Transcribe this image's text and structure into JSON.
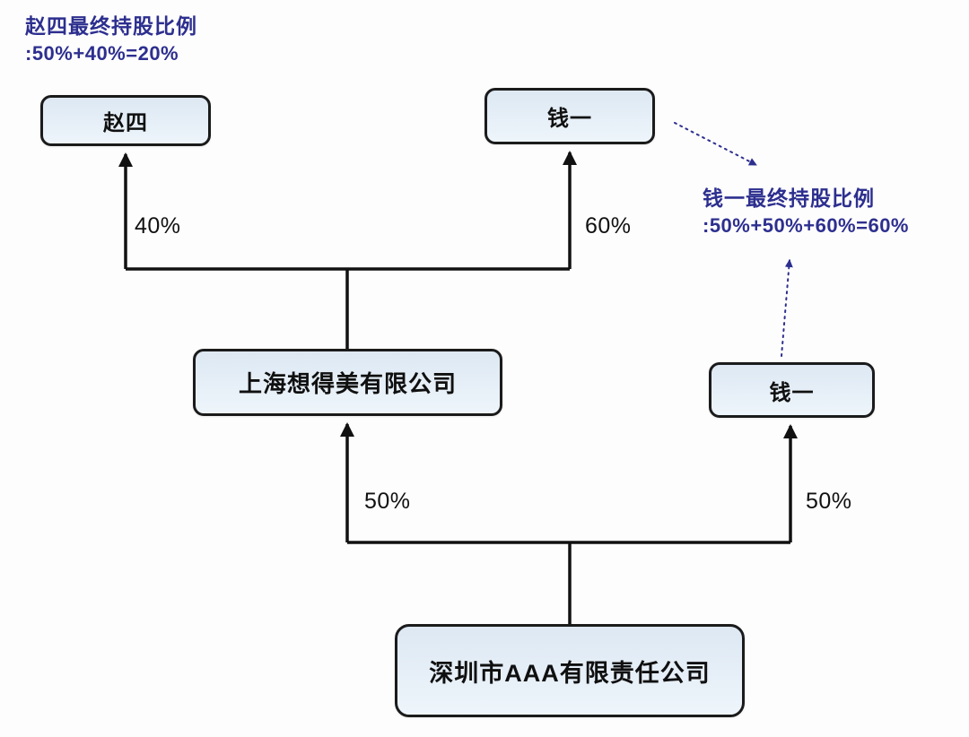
{
  "diagram_type": "equity-ownership-structure",
  "colors": {
    "annotation": "#2d2f8f",
    "line": "#111111",
    "box_border": "#1b1b1b",
    "box_fill": "#e6eff8",
    "background": "#fdfdfd"
  },
  "nodes": {
    "zhaosi": {
      "label": "赵四"
    },
    "qianyi_top": {
      "label": "钱一"
    },
    "shanghai": {
      "label": "上海想得美有限公司"
    },
    "qianyi_right": {
      "label": "钱一"
    },
    "shenzhen": {
      "label": "深圳市AAA有限责任公司"
    }
  },
  "edges": {
    "shanghai_to_zhaosi": {
      "label": "40%"
    },
    "shanghai_to_qianyi": {
      "label": "60%"
    },
    "shenzhen_to_shanghai": {
      "label": "50%"
    },
    "shenzhen_to_qianyi": {
      "label": "50%"
    }
  },
  "annotations": {
    "zhaosi": {
      "title": "赵四最终持股比例",
      "formula": ":50%+40%=20%"
    },
    "qianyi": {
      "title": "钱一最终持股比例",
      "formula": ":50%+50%+60%=60%"
    }
  }
}
